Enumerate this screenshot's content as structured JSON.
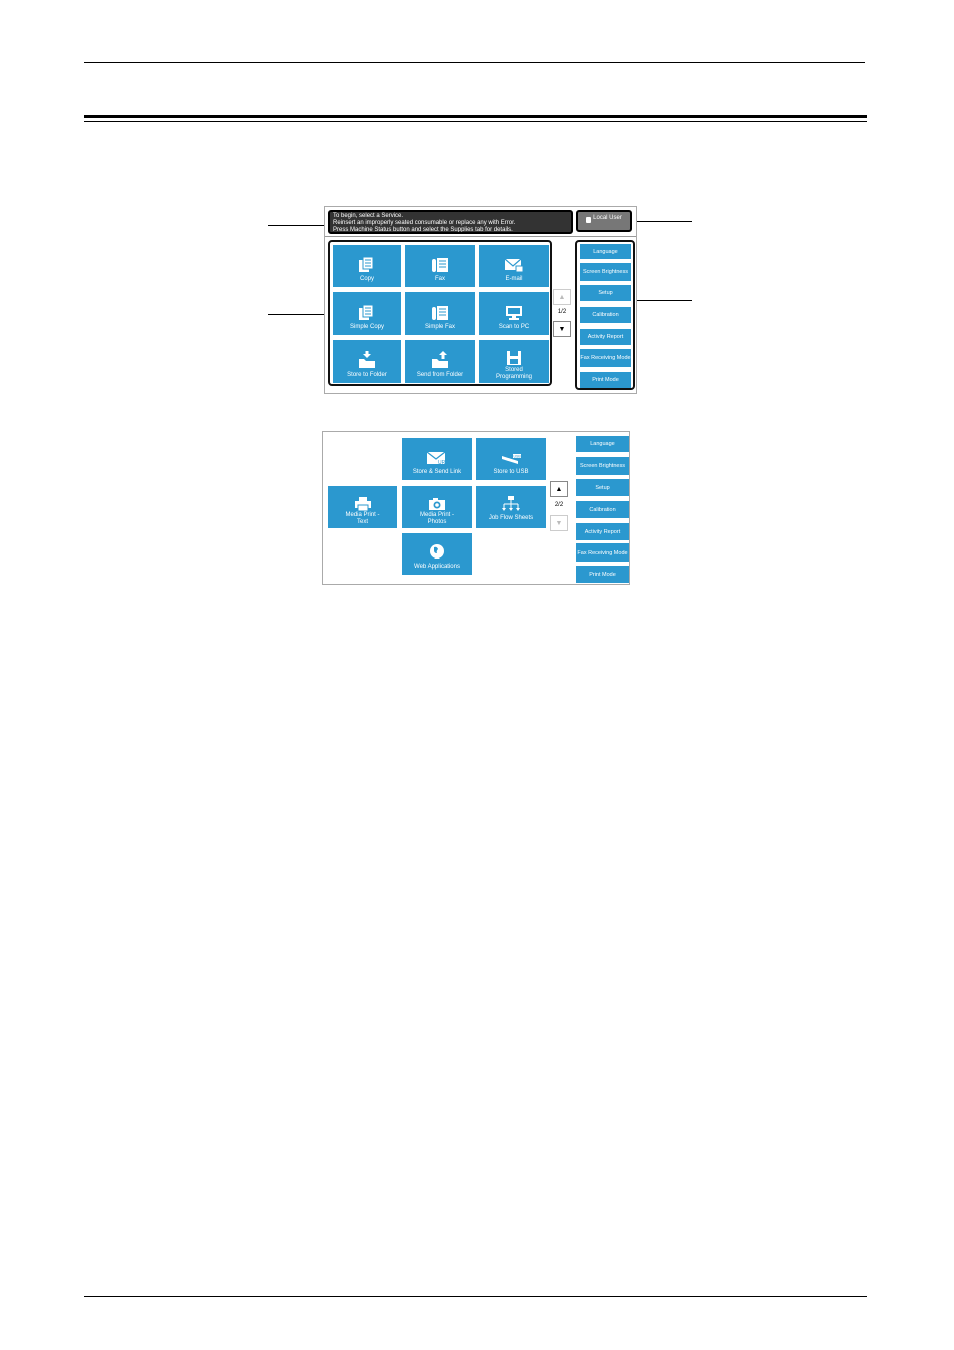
{
  "screen1": {
    "message_lines": [
      "To begin, select a Service.",
      "Reinsert an improperly seated consumable or replace any with Error.",
      "Press Machine Status button and select the Supplies tab for details."
    ],
    "user_label": "Local User",
    "tiles": [
      {
        "label": "Copy",
        "icon": "copy-icon"
      },
      {
        "label": "Fax",
        "icon": "fax-icon"
      },
      {
        "label": "E-mail",
        "icon": "email-icon"
      },
      {
        "label": "Simple Copy",
        "icon": "copy-icon"
      },
      {
        "label": "Simple Fax",
        "icon": "fax-icon"
      },
      {
        "label": "Scan to PC",
        "icon": "monitor-icon"
      },
      {
        "label": "Store to Folder",
        "icon": "folder-in-icon"
      },
      {
        "label": "Send from Folder",
        "icon": "folder-out-icon"
      },
      {
        "label": "Stored Programming",
        "icon": "floppy-icon"
      }
    ],
    "page": "1/2",
    "up_arrow": "▲",
    "down_arrow": "▼"
  },
  "screen2": {
    "tiles": [
      {
        "label": "Store & Send Link",
        "icon": "url-mail-icon"
      },
      {
        "label": "Store to USB",
        "icon": "usb-icon"
      },
      {
        "label": "Media Print - Text",
        "icon": "printer-icon"
      },
      {
        "label": "Media Print - Photos",
        "icon": "camera-icon"
      },
      {
        "label": "Job Flow Sheets",
        "icon": "flow-icon"
      },
      {
        "label": "Web Applications",
        "icon": "globe-icon"
      }
    ],
    "page": "2/2",
    "up_arrow": "▲",
    "down_arrow": "▼"
  },
  "side_buttons": [
    "Language",
    "Screen Brightness",
    "Setup",
    "Calibration",
    "Activity Report",
    "Fax Receiving Mode",
    "Print Mode"
  ],
  "colors": {
    "tile_blue": "#2b98cf",
    "message_bar": "#333333",
    "user_button": "#777777"
  }
}
